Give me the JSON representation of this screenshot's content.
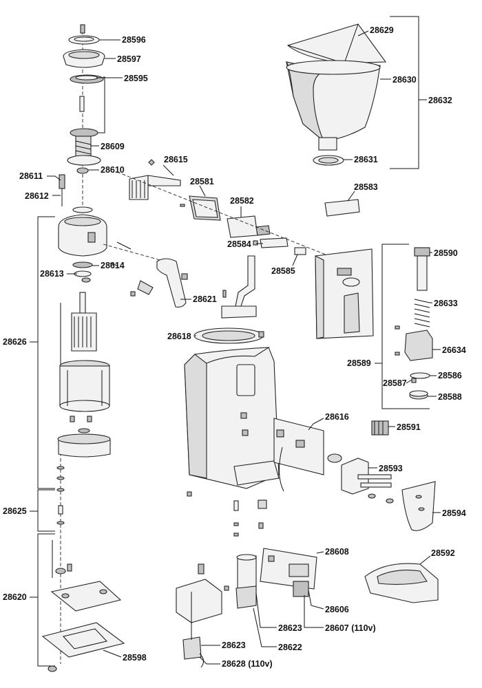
{
  "labels": [
    {
      "id": "28596",
      "text": "28596"
    },
    {
      "id": "28597",
      "text": "28597"
    },
    {
      "id": "28595",
      "text": "28595"
    },
    {
      "id": "28609",
      "text": "28609"
    },
    {
      "id": "28610",
      "text": "28610"
    },
    {
      "id": "28611",
      "text": "28611"
    },
    {
      "id": "28612",
      "text": "28612"
    },
    {
      "id": "28613",
      "text": "28613"
    },
    {
      "id": "28614",
      "text": "28614"
    },
    {
      "id": "28626",
      "text": "28626"
    },
    {
      "id": "28625",
      "text": "28625"
    },
    {
      "id": "28620",
      "text": "28620"
    },
    {
      "id": "28598",
      "text": "28598"
    },
    {
      "id": "28615",
      "text": "28615"
    },
    {
      "id": "28581",
      "text": "28581"
    },
    {
      "id": "28582",
      "text": "28582"
    },
    {
      "id": "28584",
      "text": "28584"
    },
    {
      "id": "28585",
      "text": "28585"
    },
    {
      "id": "28583",
      "text": "28583"
    },
    {
      "id": "28621",
      "text": "28621"
    },
    {
      "id": "28618",
      "text": "28618"
    },
    {
      "id": "28616",
      "text": "28616"
    },
    {
      "id": "28629",
      "text": "28629"
    },
    {
      "id": "28630",
      "text": "28630"
    },
    {
      "id": "28631",
      "text": "28631"
    },
    {
      "id": "28632",
      "text": "28632"
    },
    {
      "id": "28590",
      "text": "28590"
    },
    {
      "id": "28633",
      "text": "28633"
    },
    {
      "id": "26634",
      "text": "26634"
    },
    {
      "id": "28589",
      "text": "28589"
    },
    {
      "id": "28586",
      "text": "28586"
    },
    {
      "id": "28587",
      "text": "28587"
    },
    {
      "id": "28588",
      "text": "28588"
    },
    {
      "id": "28591",
      "text": "28591"
    },
    {
      "id": "28593",
      "text": "28593"
    },
    {
      "id": "28594",
      "text": "28594"
    },
    {
      "id": "28592",
      "text": "28592"
    },
    {
      "id": "28608",
      "text": "28608"
    },
    {
      "id": "28606",
      "text": "28606"
    },
    {
      "id": "28607",
      "text": "28607 (110v)"
    },
    {
      "id": "28623a",
      "text": "28623"
    },
    {
      "id": "28622",
      "text": "28622"
    },
    {
      "id": "28623b",
      "text": "28623"
    },
    {
      "id": "28628",
      "text": "28628 (110v)"
    }
  ]
}
